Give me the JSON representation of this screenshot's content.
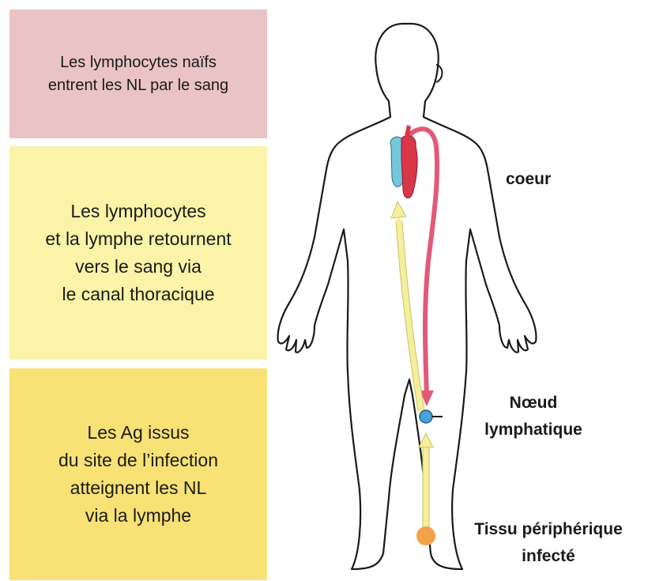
{
  "boxes": {
    "naive": "Les lymphocytes naïfs\nentrent les NL par le sang",
    "return": "Les lymphocytes\net la lymphe retournent\nvers le sang via\nle canal thoracique",
    "antigen": "Les Ag issus\ndu site de l’infection\natteignent les NL\nvia la lymphe"
  },
  "labels": {
    "heart": "coeur",
    "node": "Nœud\nlymphatique",
    "tissue": "Tissu périphérique\ninfecté"
  },
  "colors": {
    "box_naive": "#eac3c4",
    "box_return": "#fbf3a7",
    "box_antigen": "#f8e275",
    "blood_path": "#e15a78",
    "lymph_path": "#f5ee9a",
    "lymph_node": "#4aa3d8",
    "infected_tissue": "#f4a24a",
    "heart_red": "#d9364a",
    "heart_blue": "#74c6dc"
  }
}
